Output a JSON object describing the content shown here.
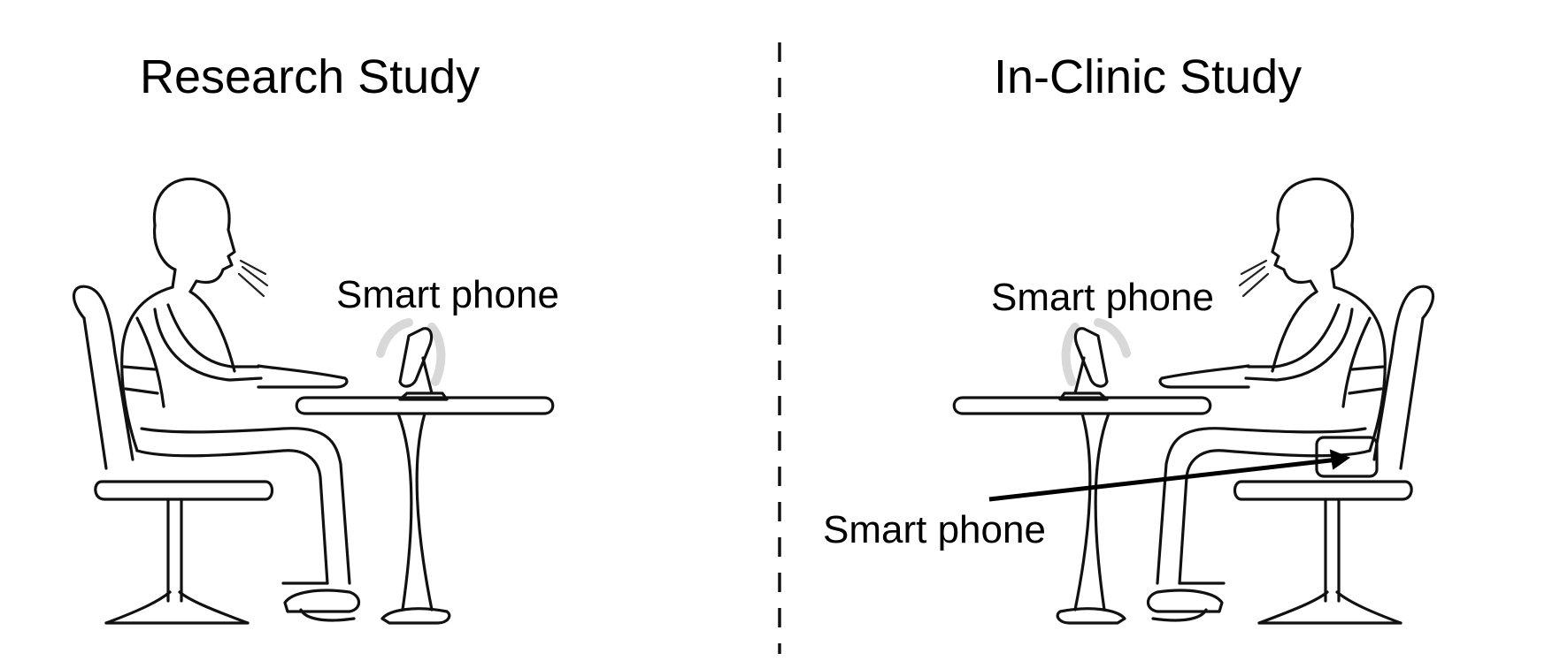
{
  "panels": {
    "left": {
      "title": "Research Study",
      "phone_label": "Smart phone"
    },
    "right": {
      "title": "In-Clinic Study",
      "phone_label_table": "Smart phone",
      "phone_label_pocket": "Smart phone"
    }
  },
  "colors": {
    "ink": "#111111",
    "background": "#ffffff",
    "divider": "#111111",
    "glow": "#d8d8d8"
  },
  "icons": {
    "person": "seated-person-breathing-icon",
    "chair": "swivel-chair-icon",
    "table": "pedestal-table-icon",
    "phone": "smartphone-icon",
    "arrow": "arrow-icon"
  }
}
